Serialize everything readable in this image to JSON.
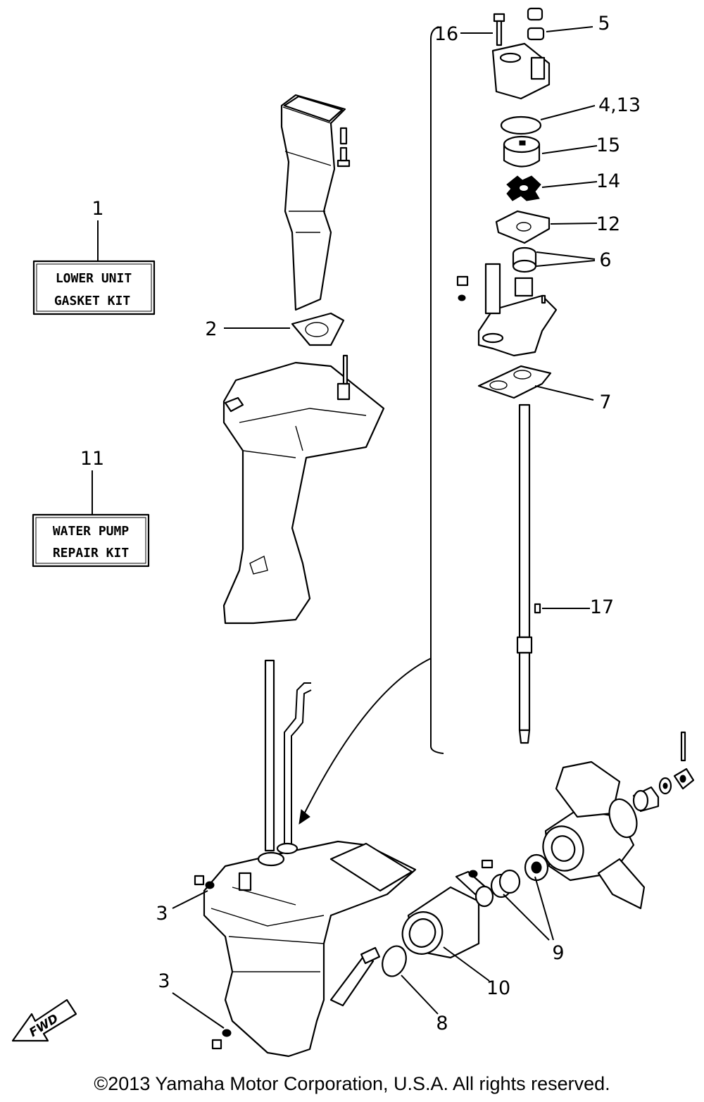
{
  "callouts": {
    "c1": "1",
    "c2": "2",
    "c3a": "3",
    "c3b": "3",
    "c4_13": "4,13",
    "c5": "5",
    "c6": "6",
    "c7": "7",
    "c8": "8",
    "c9": "9",
    "c10": "10",
    "c11": "11",
    "c12": "12",
    "c14": "14",
    "c15": "15",
    "c16": "16",
    "c17": "17"
  },
  "kits": {
    "lower_unit_line1": "LOWER UNIT",
    "lower_unit_line2": "GASKET KIT",
    "water_pump_line1": "WATER PUMP",
    "water_pump_line2": "REPAIR KIT"
  },
  "direction_arrow": "FWD",
  "copyright": "©2013 Yamaha Motor Corporation, U.S.A. All rights reserved."
}
